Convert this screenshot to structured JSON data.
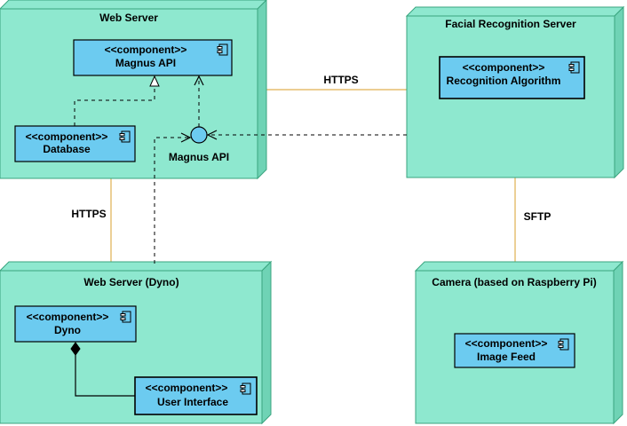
{
  "colors": {
    "node_fill": "#8EE8CF",
    "node_side": "#6FD3B5",
    "node_stroke": "#3AA57F",
    "component_fill": "#6CCBF0",
    "component_stroke": "#000000",
    "interface_fill": "#6CCBF0",
    "link_color": "#E0B050",
    "dashed_color": "#000000"
  },
  "nodes": {
    "web_server": {
      "title": "Web Server"
    },
    "facial_recognition_server": {
      "title": "Facial Recognition Server"
    },
    "web_server_dyno": {
      "title": "Web Server (Dyno)"
    },
    "camera": {
      "title": "Camera (based on Raspberry Pi)"
    }
  },
  "components": {
    "magnus_api": {
      "stereotype": "<<component>>",
      "name": "Magnus API"
    },
    "database": {
      "stereotype": "<<component>>",
      "name": "Database"
    },
    "recognition_algorithm": {
      "stereotype": "<<component>>",
      "name": "Recognition Algorithm"
    },
    "dyno": {
      "stereotype": "<<component>>",
      "name": "Dyno"
    },
    "user_interface": {
      "stereotype": "<<component>>",
      "name": "User Interface"
    },
    "image_feed": {
      "stereotype": "<<component>>",
      "name": "Image Feed"
    }
  },
  "interfaces": {
    "magnus_api_interface": {
      "label": "Magnus API"
    }
  },
  "connections": {
    "web_to_facial": {
      "label": "HTTPS"
    },
    "web_to_dyno": {
      "label": "HTTPS"
    },
    "facial_to_camera": {
      "label": "SFTP"
    }
  }
}
